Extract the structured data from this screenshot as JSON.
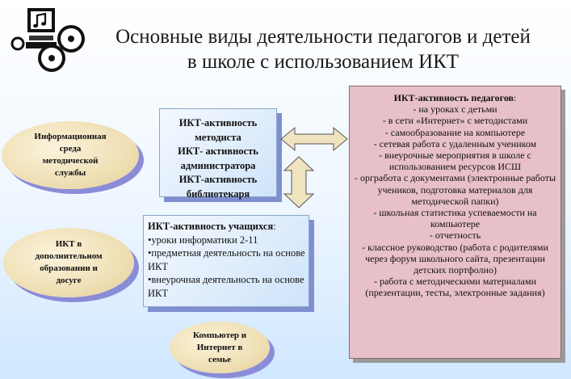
{
  "title": {
    "line1": "Основные виды деятельности педагогов и детей",
    "line2": "в школе с использованием ИКТ"
  },
  "ovals": {
    "info_env": [
      "Информационная",
      "среда",
      "методической",
      "службы"
    ],
    "ict_extra": [
      "ИКТ в",
      "дополнительном",
      "образовании и",
      "досуге"
    ],
    "computer": [
      "Компьютер и",
      "Интернет в",
      "семье"
    ]
  },
  "staff_box": [
    "ИКТ-активность",
    "методиста",
    "ИКТ- активность",
    "администратора",
    "ИКТ-активность",
    "библиотекаря"
  ],
  "students_box": {
    "heading": "ИКТ-активность учащихся",
    "heading_suffix": ":",
    "items": [
      "•уроки информатики 2-11",
      "•предметная деятельность на основе ИКТ",
      "•внеурочная деятельность на основе ИКТ"
    ]
  },
  "teachers_box": {
    "heading": "ИКТ-активность педагогов",
    "heading_suffix": ":",
    "lines": [
      "- на уроках с детьми",
      "- в сети «Интернет» с методистами",
      "- самообразование на компьютере",
      "- сетевая работа с удаленным учеником",
      "- внеурочные мероприятия в школе с использованием ресурсов ИСШ",
      "- оргработа с документами (электронные работы учеников, подготовка материалов для методической папки)",
      "- школьная статистика успеваемости на компьютере",
      "- отчетность",
      "- классное руководство (работа с родителями через форум школьного сайта, презентации детских портфолио)",
      "- работа с методическими материалами (презентации, тесты, электронные задания)"
    ]
  },
  "colors": {
    "oval_fill": "#efdfb4",
    "oval_shadow": "#8a8cd8",
    "blue_box": "#cfe3fa",
    "pink_box": "#e8c0c8",
    "arrow_fill": "#efe3c0"
  },
  "icons": {
    "logo": "computer-music-discs-icon"
  }
}
